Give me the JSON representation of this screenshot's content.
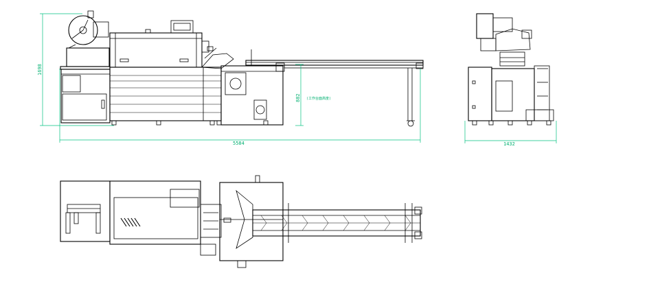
{
  "dimensions": {
    "front_total_length": "5584",
    "front_height": "1698",
    "conveyor_height": "882",
    "conveyor_height_note": "(工作台面高度)",
    "side_width": "1432"
  },
  "colors": {
    "line": "#000000",
    "dimension": "#00c080",
    "background": "#ffffff"
  }
}
